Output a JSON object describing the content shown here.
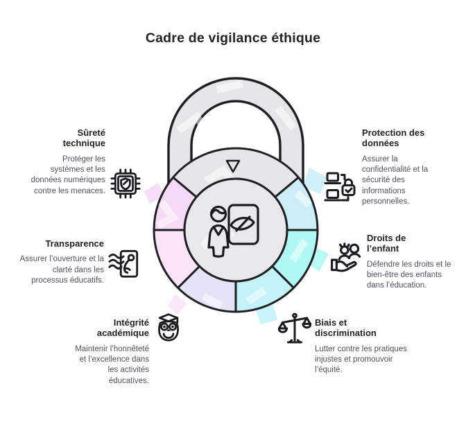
{
  "title": "Cadre de vigilance éthique",
  "colors": {
    "background": "#ffffff",
    "outline": "#202024",
    "lock_gray": "#e6e6e8",
    "inner_gray": "#e9e9eb",
    "title_text": "#232327",
    "body_text": "#52525a"
  },
  "center": {
    "icon": "teacher-vigilance-icon"
  },
  "sections": [
    {
      "id": "surete-technique",
      "title": "Sûreté technique",
      "description": "Protéger les systèmes et les données numériques contre les menaces.",
      "icon": "chip-shield-icon",
      "segment_color": "#f6d9f4"
    },
    {
      "id": "protection-donnees",
      "title": "Protection des données",
      "description": "Assurer la confidentialité et la sécurité des informations personnelles.",
      "icon": "laptops-lock-icon",
      "segment_color": "#cdeef7"
    },
    {
      "id": "transparence",
      "title": "Transparence",
      "description": "Assurer l’ouverture et la clarté dans les processus éducatifs.",
      "icon": "document-wind-icon",
      "segment_color": "#f9e4f9"
    },
    {
      "id": "droits-enfant",
      "title": "Droits de l’enfant",
      "description": "Défendre les droits et le bien-être des enfants dans l’éducation.",
      "icon": "hand-children-icon",
      "segment_color": "#b0f8f3"
    },
    {
      "id": "integrite-academique",
      "title": "Intégrité académique",
      "description": "Maintenir l’honnêteté et l’excellence dans les activités éducatives.",
      "icon": "owl-graduate-icon",
      "segment_color": "#e7e3f7"
    },
    {
      "id": "biais-discrimination",
      "title": "Biais et discrimination",
      "description": "Lutter contre les pratiques injustes et promouvoir l’équité.",
      "icon": "scales-icon",
      "segment_color": "#c3f2f8"
    }
  ]
}
